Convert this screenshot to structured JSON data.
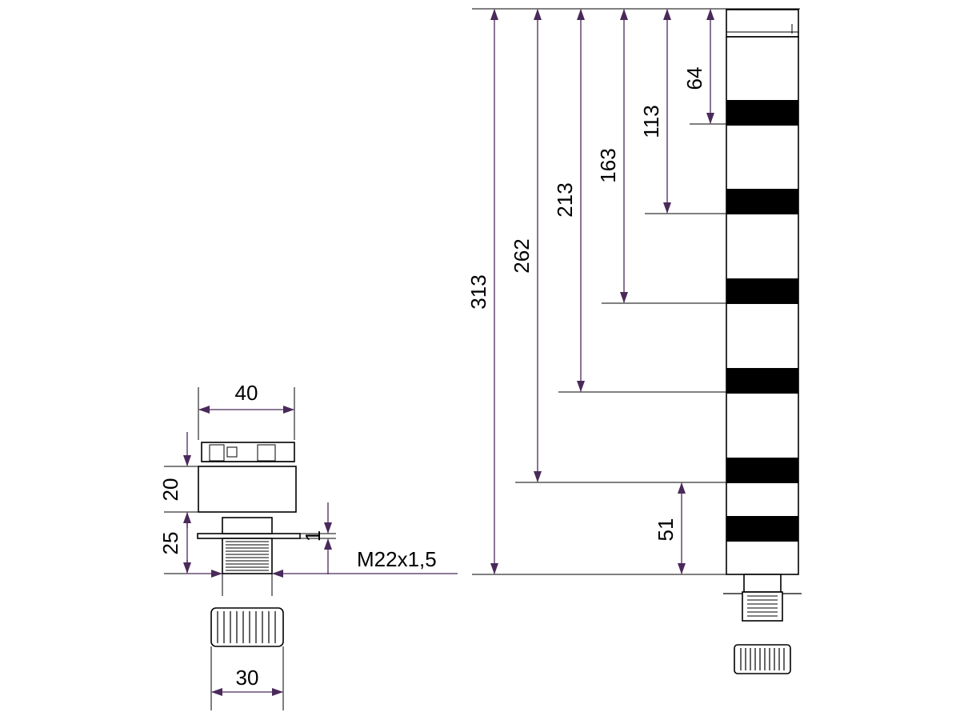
{
  "colors": {
    "line": "#000000",
    "dimension": "#4a2a5a",
    "background": "#ffffff"
  },
  "left_view": {
    "width_top": "40",
    "height_upper": "20",
    "height_lower": "25",
    "flange_thickness": "1",
    "thread": "M22x1,5",
    "nut_width": "30"
  },
  "right_view": {
    "dimensions": [
      "313",
      "262",
      "213",
      "163",
      "113",
      "64",
      "51"
    ]
  }
}
